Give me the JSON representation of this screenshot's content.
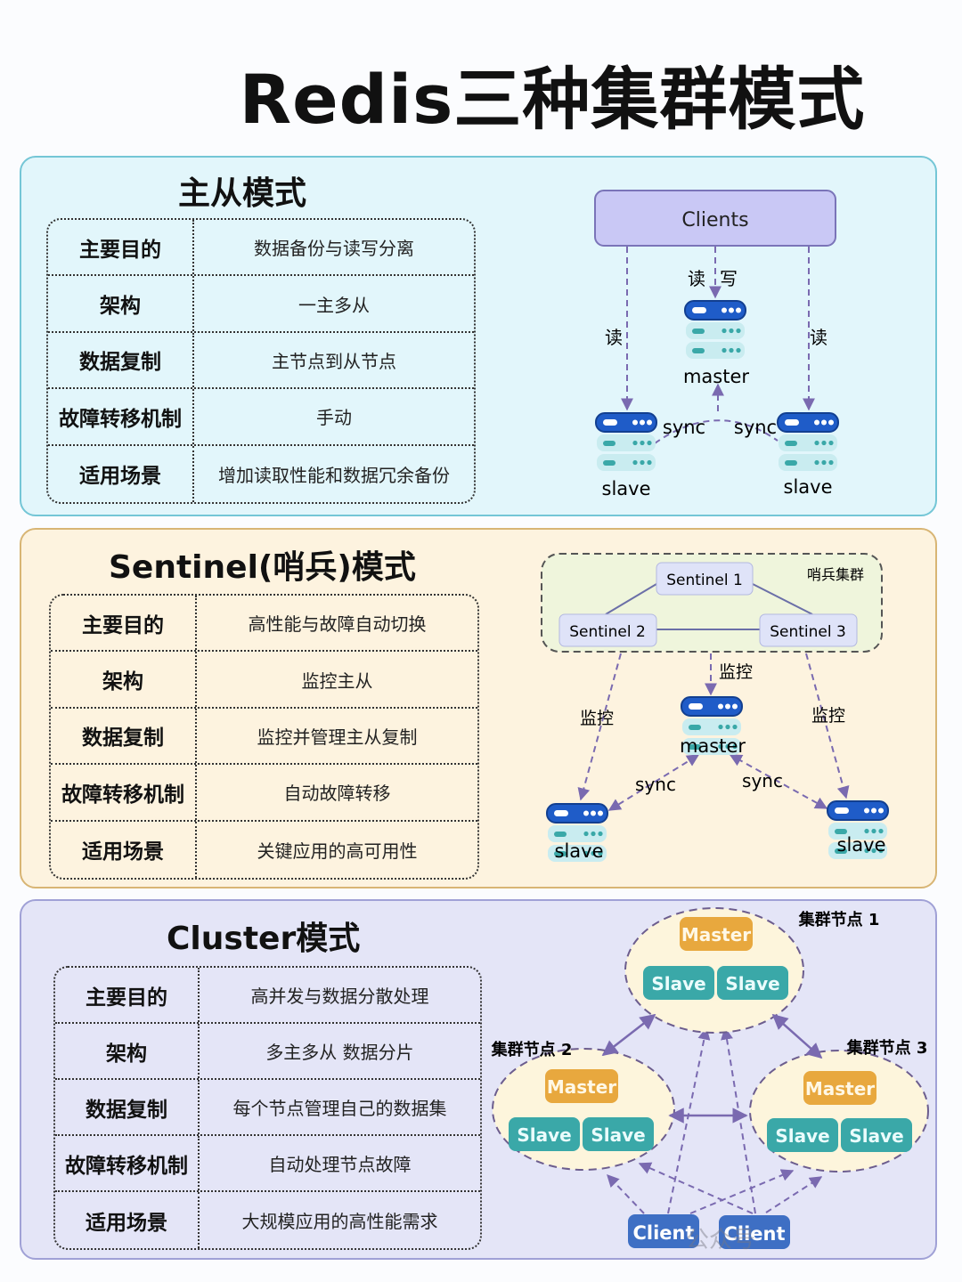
{
  "title": "Redis三种集群模式",
  "master_slave": {
    "title": "主从模式",
    "rows": [
      {
        "key": "主要目的",
        "value": "数据备份与读写分离"
      },
      {
        "key": "架构",
        "value": "一主多从"
      },
      {
        "key": "数据复制",
        "value": "主节点到从节点"
      },
      {
        "key": "故障转移机制",
        "value": "手动"
      },
      {
        "key": "适用场景",
        "value": "增加读取性能和数据冗余备份"
      }
    ],
    "diagram": {
      "clients": "Clients",
      "read": "读",
      "write": "写",
      "master": "master",
      "slave": "slave",
      "sync": "sync"
    }
  },
  "sentinel": {
    "title": "Sentinel(哨兵)模式",
    "rows": [
      {
        "key": "主要目的",
        "value": "高性能与故障自动切换"
      },
      {
        "key": "架构",
        "value": "监控主从"
      },
      {
        "key": "数据复制",
        "value": "监控并管理主从复制"
      },
      {
        "key": "故障转移机制",
        "value": "自动故障转移"
      },
      {
        "key": "适用场景",
        "value": "关键应用的高可用性"
      }
    ],
    "diagram": {
      "cluster_label": "哨兵集群",
      "sentinels": [
        "Sentinel 1",
        "Sentinel 2",
        "Sentinel 3"
      ],
      "monitor": "监控",
      "master": "master",
      "slave": "slave",
      "sync": "sync"
    }
  },
  "cluster": {
    "title": "Cluster模式",
    "rows": [
      {
        "key": "主要目的",
        "value": "高并发与数据分散处理"
      },
      {
        "key": "架构",
        "value": "多主多从 数据分片"
      },
      {
        "key": "数据复制",
        "value": "每个节点管理自己的数据集"
      },
      {
        "key": "故障转移机制",
        "value": "自动处理节点故障"
      },
      {
        "key": "适用场景",
        "value": "大规模应用的高性能需求"
      }
    ],
    "diagram": {
      "nodes": [
        "集群节点 1",
        "集群节点 2",
        "集群节点 3"
      ],
      "master": "Master",
      "slave": "Slave",
      "client": "Client"
    }
  },
  "watermark": "公众号",
  "colors": {
    "server_top": "#1f5cc8",
    "server_layer": "#c9ecf0",
    "teal": "#3aa8a8",
    "orange": "#e8a83e",
    "client_blue": "#3e6fc4",
    "arrow": "#7a6ab0"
  }
}
